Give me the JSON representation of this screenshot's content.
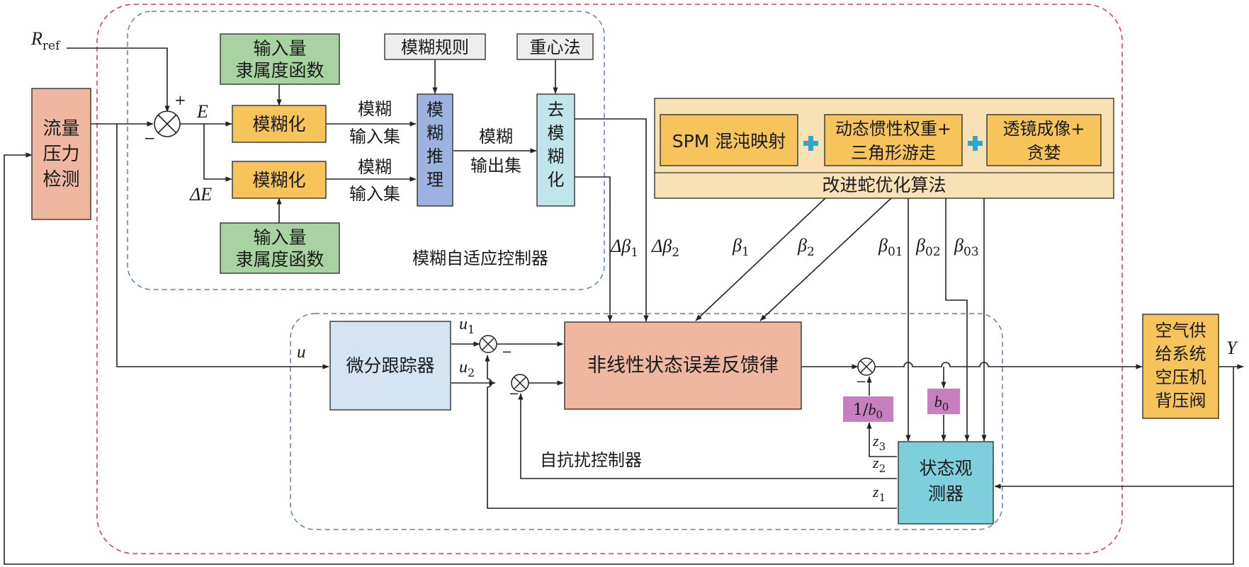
{
  "colors": {
    "outer_border": "#d9434a",
    "inner_border": "#5b7fb5",
    "green": "#a6d3a0",
    "orange": "#f6c45b",
    "gray": "#eeeeee",
    "blue": "#9bb3de",
    "cyan": "#bfe6ea",
    "salmon": "#efb79f",
    "lightblue": "#d4e4f2",
    "purple": "#c77fc2",
    "teal": "#7ecfdc",
    "algo_bg": "#f9e1b6",
    "plus": "#2aa7d9"
  },
  "signals": {
    "r_ref": "R",
    "r_ref_sub": "ref",
    "e": "E",
    "de": "ΔE",
    "u": "u",
    "u1": "u",
    "u1_sub": "1",
    "u2": "u",
    "u2_sub": "2",
    "y": "Y",
    "z1": "z",
    "z1_sub": "1",
    "z2": "z",
    "z2_sub": "2",
    "z3": "z",
    "z3_sub": "3",
    "d_beta1": "Δβ",
    "d_beta1_sub": "1",
    "d_beta2": "Δβ",
    "d_beta2_sub": "2",
    "beta1": "β",
    "beta1_sub": "1",
    "beta2": "β",
    "beta2_sub": "2",
    "beta01": "β",
    "beta01_sub": "01",
    "beta02": "β",
    "beta02_sub": "02",
    "beta03": "β",
    "beta03_sub": "03",
    "plus": "+",
    "minus": "−"
  },
  "blocks": {
    "flow_detect": [
      "流量",
      "压力",
      "检测"
    ],
    "membership_top": [
      "输入量",
      "隶属度函数"
    ],
    "membership_bottom": [
      "输入量",
      "隶属度函数"
    ],
    "fuzzify1": "模糊化",
    "fuzzify2": "模糊化",
    "fuzzy_rules": "模糊规则",
    "centroid": "重心法",
    "fuzzy_infer": [
      "模",
      "糊",
      "推",
      "理"
    ],
    "defuzzify": [
      "去",
      "模",
      "糊",
      "化"
    ],
    "fuzzy_input_set1": [
      "模糊",
      "输入集"
    ],
    "fuzzy_input_set2": [
      "模糊",
      "输入集"
    ],
    "fuzzy_output_set": [
      "模糊",
      "输出集"
    ],
    "fuzzy_controller_label": "模糊自适应控制器",
    "spm": "SPM 混沌映射",
    "dynamic_inertia": [
      "动态惯性权重+",
      "三角形游走"
    ],
    "lens_imaging": [
      "透镜成像+",
      "贪婪"
    ],
    "improved_algo": "改进蛇优化算法",
    "td": "微分跟踪器",
    "nlsef": "非线性状态误差反馈律",
    "inv_b0": "1/",
    "inv_b0_var": "b",
    "inv_b0_sub": "0",
    "b0": "b",
    "b0_sub": "0",
    "eso": [
      "状态观",
      "测器"
    ],
    "adrc_label": "自抗扰控制器",
    "plant": [
      "空气供",
      "给系统",
      "空压机",
      "背压阀"
    ]
  }
}
